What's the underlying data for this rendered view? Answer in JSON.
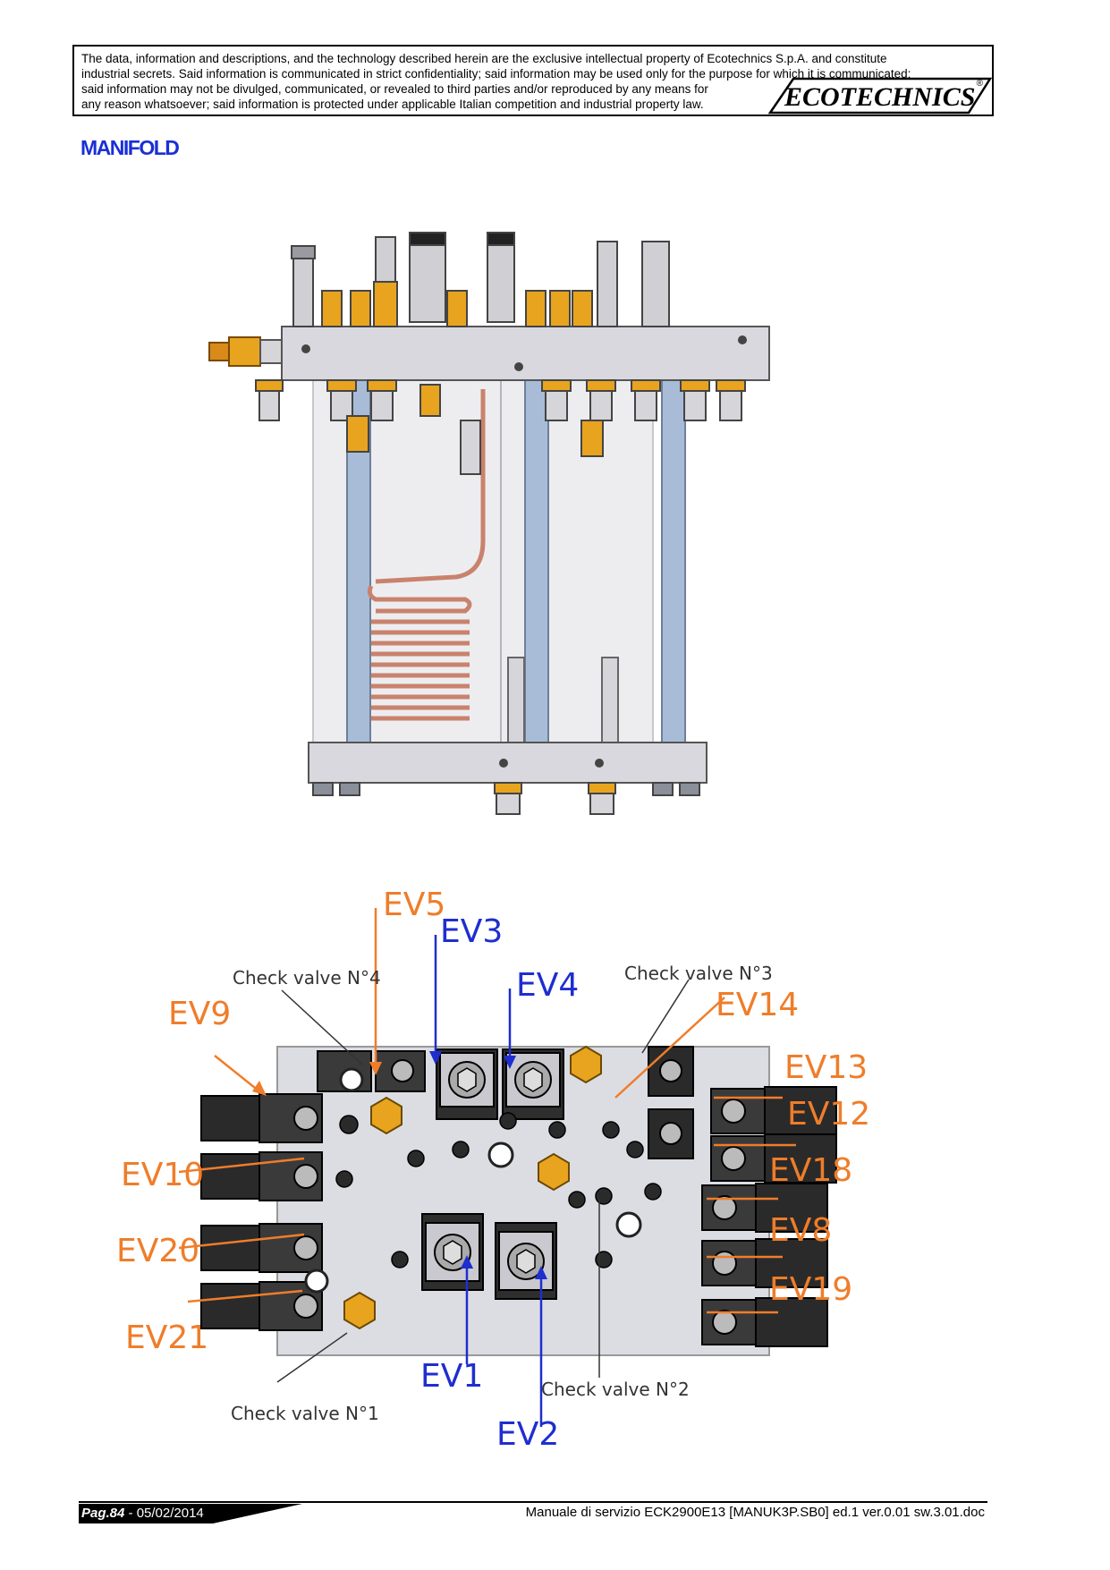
{
  "disclaimer": {
    "line1": "The data, information and descriptions, and the technology described herein are the exclusive intellectual property of Ecotechnics S.p.A. and constitute",
    "line2": "industrial secrets. Said information is communicated in strict confidentiality; said information may be used only for the purpose for which it is communicated;",
    "line3": "said information may not be divulged, communicated, or revealed to third parties and/or reproduced by any means for",
    "line4": "any reason whatsoever; said information is protected under applicable Italian competition and industrial property law."
  },
  "logo": {
    "text": "ECOTECHNICS",
    "mark": "®"
  },
  "section_title": "MANIFOLD",
  "diagram_labels": {
    "ev5": "EV5",
    "ev3": "EV3",
    "ev4": "EV4",
    "ev9": "EV9",
    "ev14": "EV14",
    "ev13": "EV13",
    "ev12": "EV12",
    "ev18": "EV18",
    "ev8": "EV8",
    "ev19": "EV19",
    "ev10": "EV10",
    "ev20": "EV20",
    "ev21": "EV21",
    "ev1": "EV1",
    "ev2": "EV2",
    "check4": "Check valve N°4",
    "check3": "Check valve N°3",
    "check2": "Check valve N°2",
    "check1": "Check valve N°1"
  },
  "colors": {
    "orange": "#ef7d2a",
    "blue": "#1e2ecf",
    "title_blue": "#1a2fd6",
    "brass": "#e8a41f"
  },
  "footer": {
    "page_label": "Pag.84",
    "date": " - 05/02/2014",
    "document": "Manuale di servizio ECK2900E13 [MANUK3P.SB0] ed.1 ver.0.01 sw.3.01.doc"
  }
}
